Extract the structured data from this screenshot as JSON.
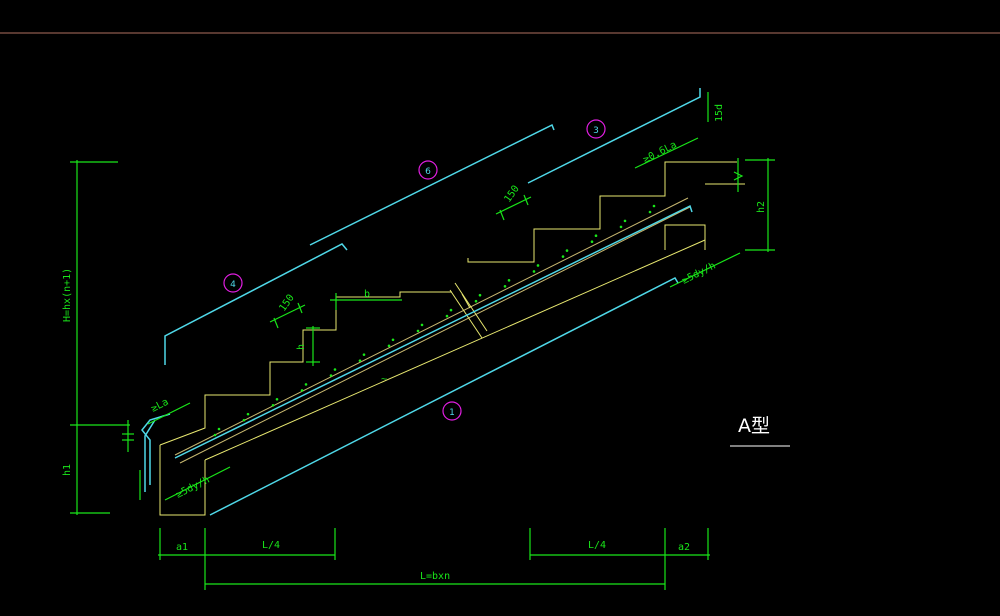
{
  "diagram": {
    "type_label": "A型",
    "dimensions": {
      "H": "H=hx(n+1)",
      "h1": "h1",
      "h2": "h2",
      "h": "h",
      "b": "b",
      "a1": "a1",
      "a2": "a2",
      "L4_left": "L/4",
      "L4_right": "L/4",
      "L": "L=bxn",
      "step_150_left": "150",
      "step_150_right": "150",
      "anchor_la": "≥La",
      "anchor_5d_bottom": "≥5dy/h",
      "anchor_5d_right": "≥5dy/h",
      "anchor_top": "≥0.6La",
      "hook_15d": "15d",
      "tilde": "~"
    },
    "rebar_marks": [
      "1",
      "3",
      "4",
      "6"
    ],
    "colors": {
      "background": "#000000",
      "dimension": "#19e619",
      "concrete": "#e8e870",
      "rebar": "#4fd8e8",
      "bubble": "#e01ee0",
      "top_rule": "#b07060"
    }
  }
}
